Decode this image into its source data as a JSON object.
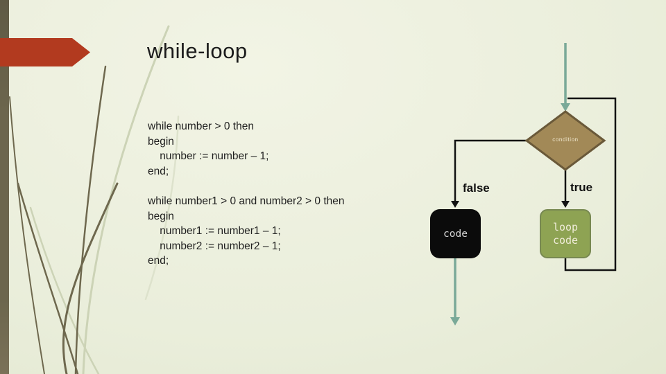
{
  "slide": {
    "title": "while-loop",
    "code_block_1": {
      "lines": [
        "while number > 0 then",
        "begin",
        "    number := number – 1;",
        "end;"
      ]
    },
    "code_block_2": {
      "lines": [
        "while number1 > 0 and number2 > 0 then",
        "begin",
        "    number1 := number1 – 1;",
        "    number2 := number2 – 1;",
        "end;"
      ]
    }
  },
  "flowchart": {
    "condition_label": "condition",
    "false_label": "false",
    "true_label": "true",
    "code_box_label": "code",
    "loop_code_box_label": "loop code",
    "colors": {
      "diamond_fill": "#a28957",
      "diamond_border": "#6a5939",
      "code_box_fill": "#0b0b0b",
      "loop_box_fill": "#8ea353",
      "loop_box_border": "#778851",
      "flow_line_black": "#121212",
      "flow_arrow_teal": "#7aa998"
    }
  },
  "decor": {
    "accent_shape": "red-right-arrow-banner",
    "accent_red": "#b23a1f",
    "side_bar_olive": "#6c664d",
    "background_light": "#f2f4e5",
    "background_dark": "#dde3c9"
  }
}
